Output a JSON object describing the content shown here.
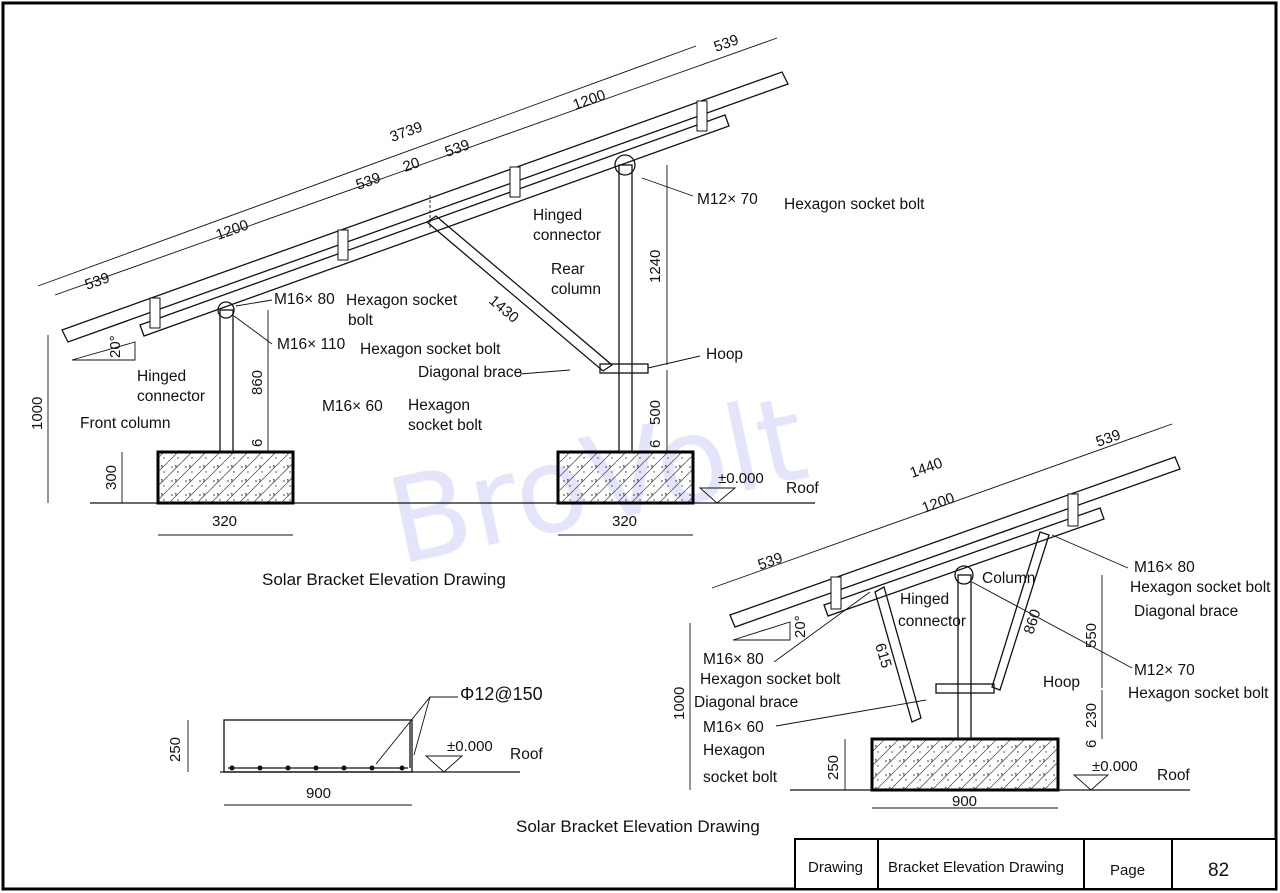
{
  "watermark": "BroVolt",
  "drawing1": {
    "title": "Solar Bracket Elevation Drawing",
    "dims": {
      "overall": "3739",
      "span_1200_a": "1200",
      "span_1200_b": "1200",
      "end_539_a": "539",
      "end_539_b": "539",
      "end_539_c": "539",
      "end_539_d": "539",
      "gap": "20",
      "height_1000": "1000",
      "block_300": "300",
      "base_left": "320",
      "base_right": "320",
      "front_860": "860",
      "rear_1240": "1240",
      "rear_500": "500",
      "brace_1430": "1430",
      "tilt": "20°",
      "six_a": "6",
      "six_b": "6",
      "level": "±0.000"
    },
    "labels": {
      "m16x80": "M16× 80",
      "hex_socket_bolt_a": "Hexagon socket",
      "bolt_a": "bolt",
      "m16x110": "M16× 110",
      "hex_socket_bolt_b": "Hexagon socket bolt",
      "diagonal_brace": "Diagonal brace",
      "m16x60": "M16× 60",
      "hexagon": "Hexagon",
      "socket_bolt": "socket bolt",
      "hinged_l1": "Hinged",
      "hinged_l2": "connector",
      "front_column": "Front column",
      "hinged_r1": "Hinged",
      "hinged_r2": "connector",
      "rear_l1": "Rear",
      "rear_l2": "column",
      "m12x70": "M12× 70",
      "hex_socket_bolt_c": "Hexagon socket bolt",
      "hoop": "Hoop",
      "roof": "Roof"
    }
  },
  "drawing2": {
    "title": "Solar Bracket Elevation Drawing",
    "dims": {
      "overall": "1440",
      "span": "1200",
      "end_a": "539",
      "end_b": "539",
      "tilt": "20°",
      "brace_615": "615",
      "brace_860": "860",
      "h_550": "550",
      "h_230": "230",
      "six": "6",
      "h_1000": "1000",
      "h_250": "250",
      "base": "900",
      "level": "±0.000"
    },
    "labels": {
      "column": "Column",
      "hinged_l1": "Hinged",
      "hinged_l2": "connector",
      "m16x80_r": "M16× 80",
      "hex_r1": "Hexagon socket bolt",
      "diag_r": "Diagonal brace",
      "m12x70": "M12× 70",
      "hex_r2": "Hexagon socket bolt",
      "hoop": "Hoop",
      "m16x80_l": "M16× 80",
      "hex_l1": "Hexagon socket bolt",
      "diag_l": "Diagonal brace",
      "m16x60": "M16× 60",
      "hexagon": "Hexagon",
      "socket_bolt": "socket bolt",
      "roof": "Roof"
    }
  },
  "footing": {
    "rebar": "Φ12@150",
    "h_250": "250",
    "w_900": "900",
    "level": "±0.000",
    "roof": "Roof"
  },
  "title_block": {
    "drawing_label": "Drawing",
    "drawing_name": "Bracket Elevation Drawing",
    "page_label": "Page",
    "page_number": "82"
  }
}
